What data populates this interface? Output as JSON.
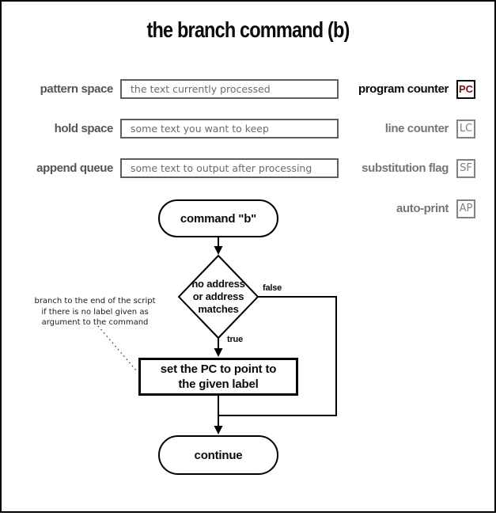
{
  "title": "the branch command (b)",
  "state_rows": [
    {
      "label": "pattern space",
      "value": "the text currently processed"
    },
    {
      "label": "hold space",
      "value": "some text you want to keep"
    },
    {
      "label": "append queue",
      "value": "some text to output after processing"
    }
  ],
  "registers": [
    {
      "label": "program counter",
      "abbr": "PC"
    },
    {
      "label": "line counter",
      "abbr": "LC"
    },
    {
      "label": "substitution flag",
      "abbr": "SF"
    },
    {
      "label": "auto-print",
      "abbr": "AP"
    }
  ],
  "flowchart": {
    "start": "command \"b\"",
    "decision_lines": [
      "no address",
      "or address",
      "matches"
    ],
    "false_label": "false",
    "true_label": "true",
    "process_lines": [
      "set the PC to point to",
      "the given label"
    ],
    "end": "continue",
    "annotation_lines": [
      "branch to the end of the script",
      "if there is no label given as",
      "argument to the command"
    ]
  },
  "colors": {
    "accent_red": "#7a1112",
    "line_black": "#000000",
    "muted_gray": "#757575",
    "box_border_gray": "#5e5e5e"
  }
}
